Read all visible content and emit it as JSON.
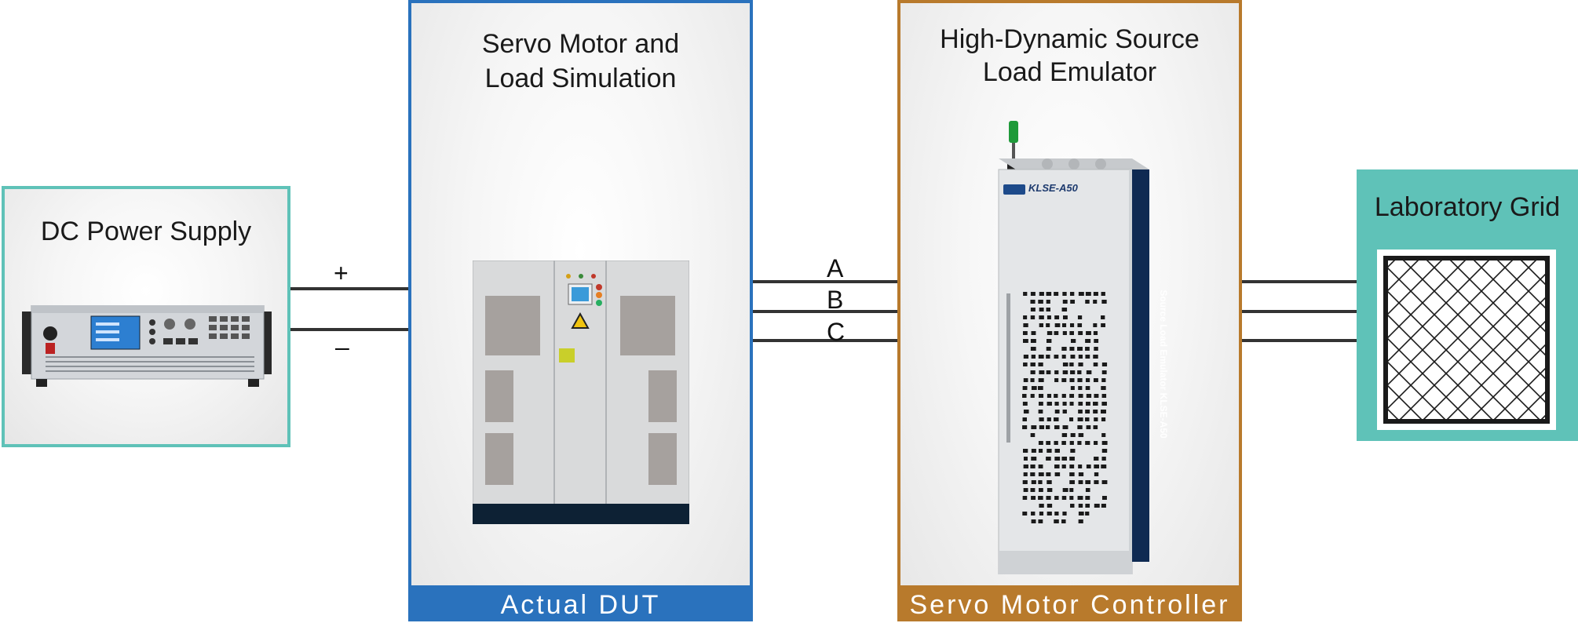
{
  "blocks": {
    "dc_supply": {
      "title": "DC Power Supply"
    },
    "dut": {
      "title_line1": "Servo Motor and",
      "title_line2": "Load Simulation",
      "footer": "Actual DUT"
    },
    "emulator": {
      "title_line1": "High-Dynamic Source",
      "title_line2": "Load Emulator",
      "footer": "Servo Motor Controller",
      "brand_label": "KLSE-A50",
      "side_label": "Source Load Emulator KLSE-A50"
    },
    "grid": {
      "title": "Laboratory Grid"
    }
  },
  "connections": {
    "dc_plus": "+",
    "dc_minus": "–",
    "phase_a": "A",
    "phase_b": "B",
    "phase_c": "C"
  },
  "colors": {
    "teal": "#5fc2b8",
    "blue": "#2a72bd",
    "orange": "#b87a2c",
    "navy": "#0f2a52"
  }
}
